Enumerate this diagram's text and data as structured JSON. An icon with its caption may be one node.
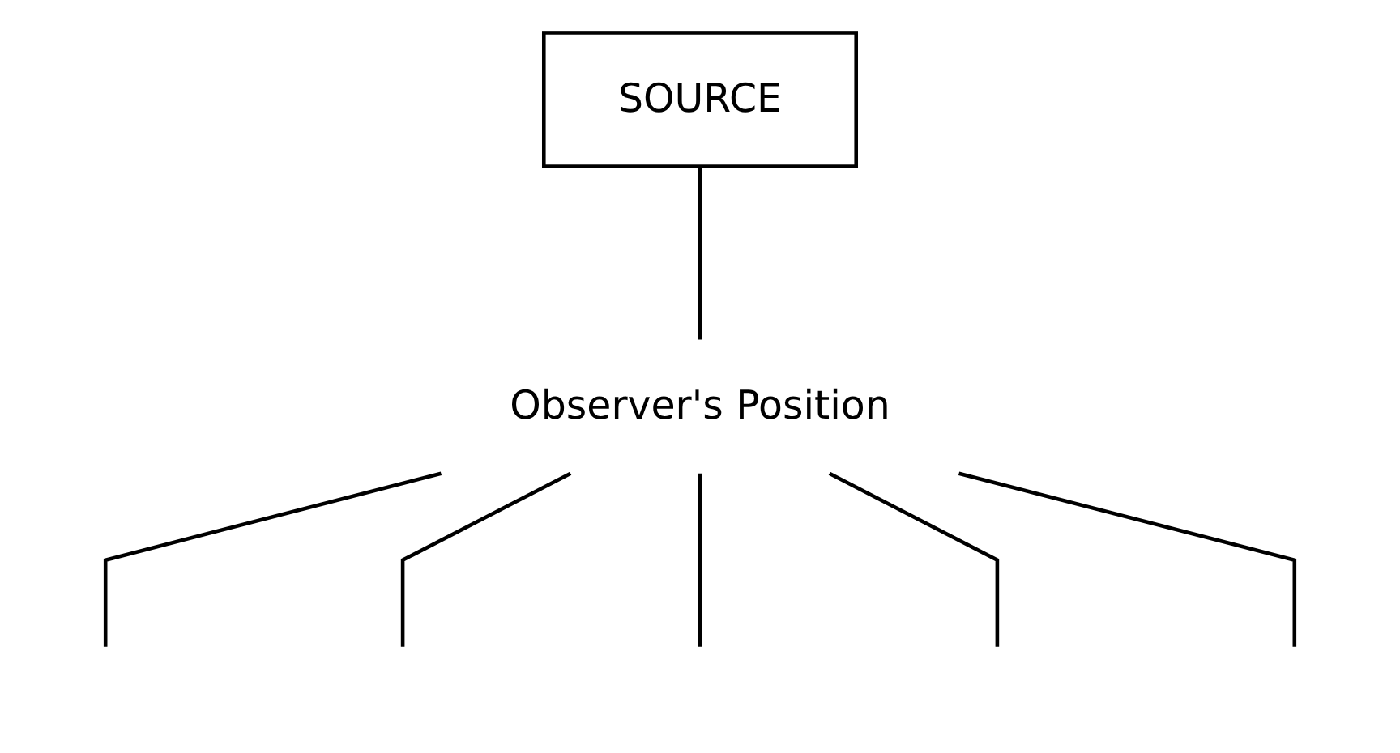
{
  "diagram": {
    "nodes": [
      {
        "text": [
          "SOURCE"
        ]
      },
      {
        "text": [
          "Observer's Position"
        ]
      }
    ],
    "edges": [
      {
        "from": 0,
        "to": 1,
        "arrow": "none"
      },
      {
        "from": 1,
        "to": null,
        "arrow": "none"
      },
      {
        "from": 1,
        "to": null,
        "arrow": "none"
      },
      {
        "from": 1,
        "to": null,
        "arrow": "none"
      },
      {
        "from": 1,
        "to": null,
        "arrow": "none"
      },
      {
        "from": 1,
        "to": null,
        "arrow": "none"
      }
    ]
  }
}
